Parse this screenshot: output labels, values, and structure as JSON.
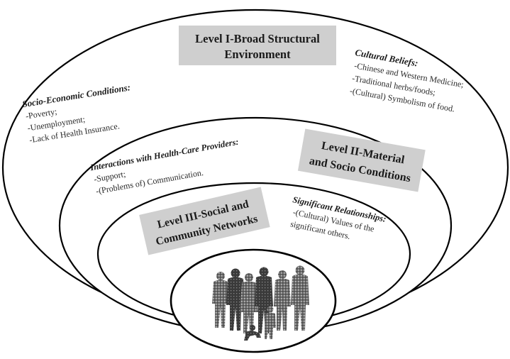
{
  "levels": {
    "level1": {
      "title_line1": "Level I-Broad Structural",
      "title_line2": "Environment"
    },
    "level2": {
      "title_line1": "Level II-Material",
      "title_line2": "and Socio Conditions"
    },
    "level3": {
      "title_line1": "Level III-Social and",
      "title_line2": "Community Networks"
    }
  },
  "socio_economic": {
    "heading": "Socio-Economic Conditions:",
    "items": [
      "-Poverty;",
      "-Unemployment;",
      "-Lack of Health Insurance."
    ]
  },
  "cultural_beliefs": {
    "heading": "Cultural Beliefs:",
    "items": [
      "-Chinese and Western Medicine;",
      "-Traditional herbs/foods;",
      "-(Cultural) Symbolism of food."
    ]
  },
  "interactions": {
    "heading": "Interactions with Health-Care Providers:",
    "items": [
      "-Support;",
      "-(Problems of) Communication."
    ]
  },
  "relationships": {
    "heading": "Significant Relationships:",
    "items": [
      "-(Cultural) Values of the",
      "significant others."
    ]
  },
  "colors": {
    "box_fill": "#cfcfcf",
    "line": "#000000",
    "figure": "#555555"
  }
}
